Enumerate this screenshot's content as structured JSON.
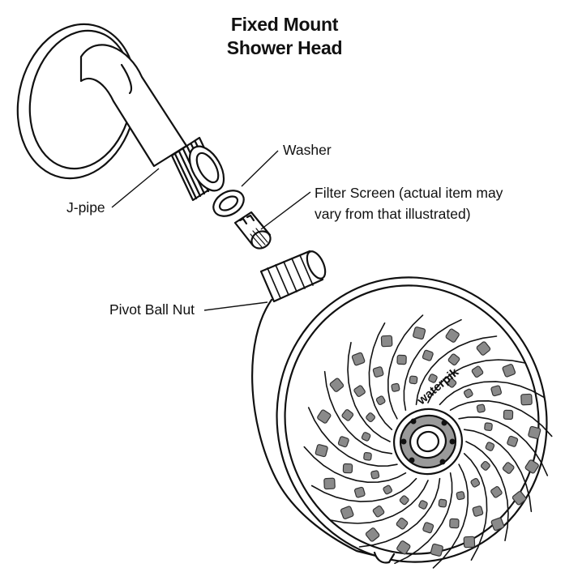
{
  "title": {
    "line1": "Fixed Mount",
    "line2": "Shower Head"
  },
  "labels": {
    "washer": "Washer",
    "filter_line1": "Filter Screen (actual item may",
    "filter_line2": "vary from that illustrated)",
    "jpipe": "J-pipe",
    "pivot": "Pivot Ball Nut"
  },
  "brand": "waterpik",
  "colors": {
    "line": "#111111",
    "nozzle_fill": "#8a8a8a",
    "background": "#ffffff"
  }
}
